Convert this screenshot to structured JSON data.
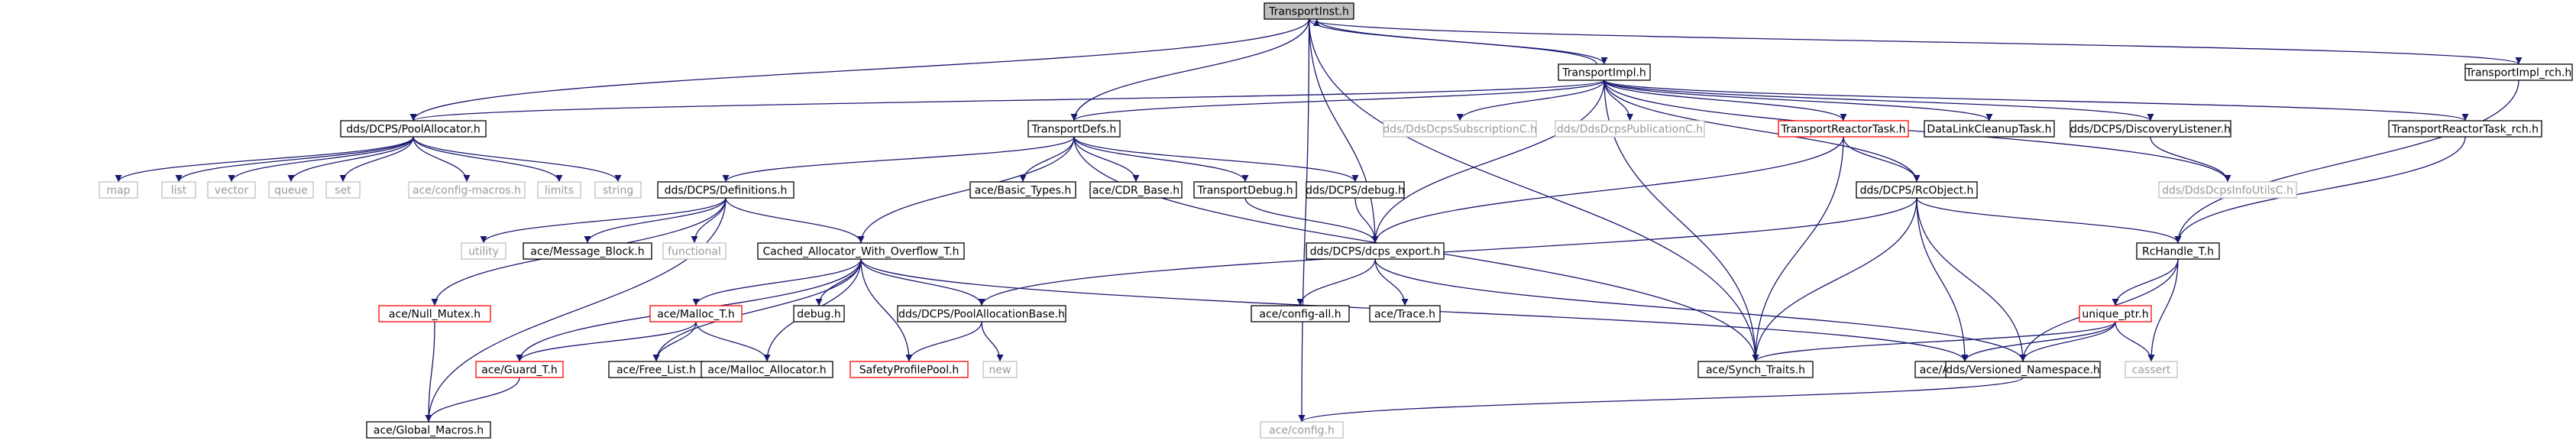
{
  "colors": {
    "edge": "#191970",
    "normal_border": "#000000",
    "normal_text": "#000000",
    "root_fill": "#bfbfbf",
    "external_border": "#bfbfbf",
    "external_text": "#9a9a9a",
    "truncated_border": "#ff0000"
  },
  "nodes": [
    {
      "id": "n_transport_inst",
      "label": "TransportInst.h",
      "style": "root"
    },
    {
      "id": "n_transport_impl",
      "label": "TransportImpl.h",
      "style": "normal"
    },
    {
      "id": "n_transport_impl_rch",
      "label": "TransportImpl_rch.h",
      "style": "normal"
    },
    {
      "id": "n_pool_allocator",
      "label": "dds/DCPS/PoolAllocator.h",
      "style": "normal"
    },
    {
      "id": "n_transport_defs",
      "label": "TransportDefs.h",
      "style": "normal"
    },
    {
      "id": "n_subscription_c",
      "label": "dds/DdsDcpsSubscriptionC.h",
      "style": "external"
    },
    {
      "id": "n_publication_c",
      "label": "dds/DdsDcpsPublicationC.h",
      "style": "external"
    },
    {
      "id": "n_reactor_task",
      "label": "TransportReactorTask.h",
      "style": "truncated"
    },
    {
      "id": "n_datalink_cleanup",
      "label": "DataLinkCleanupTask.h",
      "style": "normal"
    },
    {
      "id": "n_discovery_listener",
      "label": "dds/DCPS/DiscoveryListener.h",
      "style": "normal"
    },
    {
      "id": "n_reactor_task_rch",
      "label": "TransportReactorTask_rch.h",
      "style": "normal"
    },
    {
      "id": "n_map",
      "label": "map",
      "style": "external"
    },
    {
      "id": "n_list",
      "label": "list",
      "style": "external"
    },
    {
      "id": "n_vector",
      "label": "vector",
      "style": "external"
    },
    {
      "id": "n_queue",
      "label": "queue",
      "style": "external"
    },
    {
      "id": "n_set",
      "label": "set",
      "style": "external"
    },
    {
      "id": "n_config_macros",
      "label": "ace/config-macros.h",
      "style": "external"
    },
    {
      "id": "n_limits",
      "label": "limits",
      "style": "external"
    },
    {
      "id": "n_string",
      "label": "string",
      "style": "external"
    },
    {
      "id": "n_definitions",
      "label": "dds/DCPS/Definitions.h",
      "style": "normal"
    },
    {
      "id": "n_basic_types",
      "label": "ace/Basic_Types.h",
      "style": "normal"
    },
    {
      "id": "n_cdr_base",
      "label": "ace/CDR_Base.h",
      "style": "normal"
    },
    {
      "id": "n_transport_debug",
      "label": "TransportDebug.h",
      "style": "normal"
    },
    {
      "id": "n_dcps_debug",
      "label": "dds/DCPS/debug.h",
      "style": "normal"
    },
    {
      "id": "n_info_utils_c",
      "label": "dds/DdsDcpsInfoUtilsC.h",
      "style": "external"
    },
    {
      "id": "n_rc_object",
      "label": "dds/DCPS/RcObject.h",
      "style": "normal"
    },
    {
      "id": "n_utility",
      "label": "utility",
      "style": "external"
    },
    {
      "id": "n_message_block",
      "label": "ace/Message_Block.h",
      "style": "normal"
    },
    {
      "id": "n_functional",
      "label": "functional",
      "style": "external"
    },
    {
      "id": "n_cached_allocator",
      "label": "Cached_Allocator_With_Overflow_T.h",
      "style": "normal"
    },
    {
      "id": "n_dcps_export",
      "label": "dds/DCPS/dcps_export.h",
      "style": "normal"
    },
    {
      "id": "n_rc_handle",
      "label": "RcHandle_T.h",
      "style": "normal"
    },
    {
      "id": "n_null_mutex",
      "label": "ace/Null_Mutex.h",
      "style": "truncated"
    },
    {
      "id": "n_malloc_t",
      "label": "ace/Malloc_T.h",
      "style": "truncated"
    },
    {
      "id": "n_debug_h",
      "label": "debug.h",
      "style": "normal"
    },
    {
      "id": "n_pool_alloc_base",
      "label": "dds/DCPS/PoolAllocationBase.h",
      "style": "normal"
    },
    {
      "id": "n_config_all",
      "label": "ace/config-all.h",
      "style": "normal"
    },
    {
      "id": "n_trace",
      "label": "ace/Trace.h",
      "style": "normal"
    },
    {
      "id": "n_unique_ptr",
      "label": "unique_ptr.h",
      "style": "truncated"
    },
    {
      "id": "n_guard_t",
      "label": "ace/Guard_T.h",
      "style": "truncated"
    },
    {
      "id": "n_free_list",
      "label": "ace/Free_List.h",
      "style": "normal"
    },
    {
      "id": "n_malloc_allocator",
      "label": "ace/Malloc_Allocator.h",
      "style": "normal"
    },
    {
      "id": "n_safety_pool",
      "label": "SafetyProfilePool.h",
      "style": "truncated"
    },
    {
      "id": "n_new",
      "label": "new",
      "style": "external"
    },
    {
      "id": "n_synch_traits",
      "label": "ace/Synch_Traits.h",
      "style": "normal"
    },
    {
      "id": "n_atomic_op",
      "label": "ace/Atomic_Op.h",
      "style": "normal"
    },
    {
      "id": "n_versioned_ns",
      "label": "dds/Versioned_Namespace.h",
      "style": "normal"
    },
    {
      "id": "n_cassert",
      "label": "cassert",
      "style": "external"
    },
    {
      "id": "n_global_macros",
      "label": "ace/Global_Macros.h",
      "style": "normal"
    },
    {
      "id": "n_config_h",
      "label": "ace/config.h",
      "style": "external"
    }
  ],
  "edges": [
    [
      "n_transport_inst",
      "n_transport_impl"
    ],
    [
      "n_transport_inst",
      "n_transport_impl_rch"
    ],
    [
      "n_transport_inst",
      "n_pool_allocator"
    ],
    [
      "n_transport_inst",
      "n_transport_defs"
    ],
    [
      "n_transport_inst",
      "n_dcps_export"
    ],
    [
      "n_transport_inst",
      "n_synch_traits"
    ],
    [
      "n_transport_inst",
      "n_config_h"
    ],
    [
      "n_transport_impl",
      "n_transport_inst"
    ],
    [
      "n_transport_impl",
      "n_pool_allocator"
    ],
    [
      "n_transport_impl",
      "n_transport_defs"
    ],
    [
      "n_transport_impl",
      "n_subscription_c"
    ],
    [
      "n_transport_impl",
      "n_publication_c"
    ],
    [
      "n_transport_impl",
      "n_reactor_task"
    ],
    [
      "n_transport_impl",
      "n_datalink_cleanup"
    ],
    [
      "n_transport_impl",
      "n_discovery_listener"
    ],
    [
      "n_transport_impl",
      "n_reactor_task_rch"
    ],
    [
      "n_transport_impl",
      "n_rc_object"
    ],
    [
      "n_transport_impl",
      "n_dcps_export"
    ],
    [
      "n_transport_impl",
      "n_info_utils_c"
    ],
    [
      "n_transport_impl",
      "n_synch_traits"
    ],
    [
      "n_transport_impl_rch",
      "n_rc_handle"
    ],
    [
      "n_pool_allocator",
      "n_map"
    ],
    [
      "n_pool_allocator",
      "n_list"
    ],
    [
      "n_pool_allocator",
      "n_vector"
    ],
    [
      "n_pool_allocator",
      "n_queue"
    ],
    [
      "n_pool_allocator",
      "n_set"
    ],
    [
      "n_pool_allocator",
      "n_config_macros"
    ],
    [
      "n_pool_allocator",
      "n_limits"
    ],
    [
      "n_pool_allocator",
      "n_string"
    ],
    [
      "n_transport_defs",
      "n_definitions"
    ],
    [
      "n_transport_defs",
      "n_basic_types"
    ],
    [
      "n_transport_defs",
      "n_cdr_base"
    ],
    [
      "n_transport_defs",
      "n_transport_debug"
    ],
    [
      "n_transport_defs",
      "n_dcps_debug"
    ],
    [
      "n_transport_defs",
      "n_cached_allocator"
    ],
    [
      "n_transport_defs",
      "n_synch_traits"
    ],
    [
      "n_reactor_task",
      "n_rc_object"
    ],
    [
      "n_reactor_task",
      "n_dcps_export"
    ],
    [
      "n_reactor_task",
      "n_synch_traits"
    ],
    [
      "n_discovery_listener",
      "n_info_utils_c"
    ],
    [
      "n_reactor_task_rch",
      "n_rc_handle"
    ],
    [
      "n_definitions",
      "n_utility"
    ],
    [
      "n_definitions",
      "n_message_block"
    ],
    [
      "n_definitions",
      "n_functional"
    ],
    [
      "n_definitions",
      "n_cached_allocator"
    ],
    [
      "n_definitions",
      "n_null_mutex"
    ],
    [
      "n_definitions",
      "n_global_macros"
    ],
    [
      "n_transport_debug",
      "n_dcps_export"
    ],
    [
      "n_dcps_debug",
      "n_dcps_export"
    ],
    [
      "n_rc_object",
      "n_rc_handle"
    ],
    [
      "n_rc_object",
      "n_pool_alloc_base"
    ],
    [
      "n_rc_object",
      "n_synch_traits"
    ],
    [
      "n_rc_object",
      "n_atomic_op"
    ],
    [
      "n_rc_object",
      "n_versioned_ns"
    ],
    [
      "n_cached_allocator",
      "n_malloc_t"
    ],
    [
      "n_cached_allocator",
      "n_debug_h"
    ],
    [
      "n_cached_allocator",
      "n_pool_alloc_base"
    ],
    [
      "n_cached_allocator",
      "n_guard_t"
    ],
    [
      "n_cached_allocator",
      "n_free_list"
    ],
    [
      "n_cached_allocator",
      "n_malloc_allocator"
    ],
    [
      "n_cached_allocator",
      "n_safety_pool"
    ],
    [
      "n_cached_allocator",
      "n_atomic_op"
    ],
    [
      "n_dcps_export",
      "n_config_all"
    ],
    [
      "n_dcps_export",
      "n_trace"
    ],
    [
      "n_dcps_export",
      "n_versioned_ns"
    ],
    [
      "n_rc_handle",
      "n_unique_ptr"
    ],
    [
      "n_rc_handle",
      "n_versioned_ns"
    ],
    [
      "n_rc_handle",
      "n_cassert"
    ],
    [
      "n_null_mutex",
      "n_global_macros"
    ],
    [
      "n_malloc_t",
      "n_guard_t"
    ],
    [
      "n_malloc_t",
      "n_free_list"
    ],
    [
      "n_malloc_t",
      "n_malloc_allocator"
    ],
    [
      "n_pool_alloc_base",
      "n_safety_pool"
    ],
    [
      "n_pool_alloc_base",
      "n_new"
    ],
    [
      "n_unique_ptr",
      "n_synch_traits"
    ],
    [
      "n_unique_ptr",
      "n_atomic_op"
    ],
    [
      "n_unique_ptr",
      "n_versioned_ns"
    ],
    [
      "n_unique_ptr",
      "n_cassert"
    ],
    [
      "n_guard_t",
      "n_global_macros"
    ],
    [
      "n_versioned_ns",
      "n_config_h"
    ]
  ]
}
